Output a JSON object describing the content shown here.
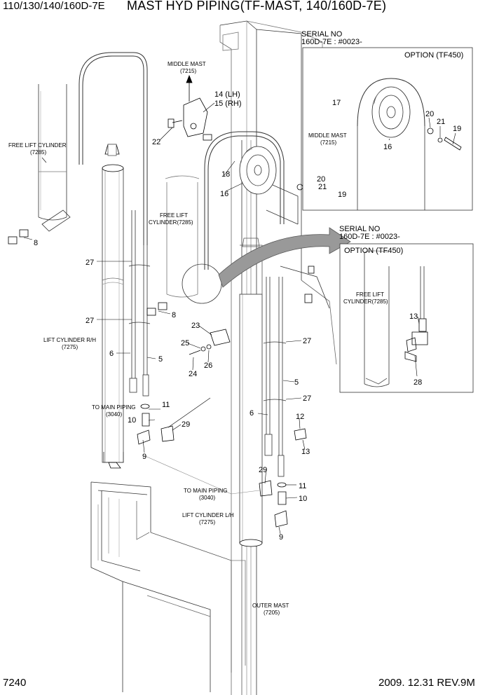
{
  "header": {
    "model": "110/130/140/160D-7E",
    "title": "MAST HYD PIPING(TF-MAST, 140/160D-7E)"
  },
  "footer": {
    "page_number": "7240",
    "revision": "2009. 12.31  REV.9M"
  },
  "serial_notes": {
    "top": {
      "line1": "SERIAL NO",
      "line2": "160D-7E : #0023-"
    },
    "middle": {
      "line1": "SERIAL NO",
      "line2": "160D-7E : #0023-"
    }
  },
  "option_boxes": {
    "top": {
      "title": "OPTION (TF450)"
    },
    "middle": {
      "title": "OPTION (TF450)"
    }
  },
  "reference_labels": {
    "middle_mast": {
      "line1": "MIDDLE MAST",
      "line2": "(7215)"
    },
    "middle_mast_option": {
      "line1": "MIDDLE MAST",
      "line2": "(7215)"
    },
    "free_lift_left": {
      "line1": "FREE LIFT CYLINDER",
      "line2": "(7285)"
    },
    "free_lift_center": {
      "line1": "FREE LIFT",
      "line2": "CYLINDER(7285)"
    },
    "free_lift_option": {
      "line1": "FREE LIFT",
      "line2": "CYLINDER(7285)"
    },
    "lift_cyl_rh": {
      "line1": "LIFT CYLINDER R/H",
      "line2": "(7275)"
    },
    "lift_cyl_lh": {
      "line1": "LIFT CYLINDER L/H",
      "line2": "(7275)"
    },
    "main_piping_1": {
      "line1": "TO MAIN PIPING",
      "line2": "(3040)"
    },
    "main_piping_2": {
      "line1": "TO MAIN PIPING",
      "line2": "(3040)"
    },
    "outer_mast": {
      "line1": "OUTER MAST",
      "line2": "(7205)"
    }
  },
  "part_numbers": {
    "p14_15": {
      "line1": "14 (LH)",
      "line2": "15 (RH)"
    },
    "p22": "22",
    "p17": "17",
    "p20a": "20",
    "p21a": "21",
    "p19a": "19",
    "p16a": "16",
    "p18": "18",
    "p16b": "16",
    "p20b": "20",
    "p21b": "21",
    "p19b": "19",
    "p8a": "8",
    "p27a": "27",
    "p27b": "27",
    "p8b": "8",
    "p23": "23",
    "p25": "25",
    "p26": "26",
    "p24": "24",
    "p27c": "27",
    "p6a": "6",
    "p5a": "5",
    "p5b": "5",
    "p27d": "27",
    "p6b": "6",
    "p12": "12",
    "p13a": "13",
    "p11a": "11",
    "p10a": "10",
    "p29a": "29",
    "p9a": "9",
    "p29b": "29",
    "p11b": "11",
    "p10b": "10",
    "p9b": "9",
    "p13b": "13",
    "p28": "28"
  }
}
